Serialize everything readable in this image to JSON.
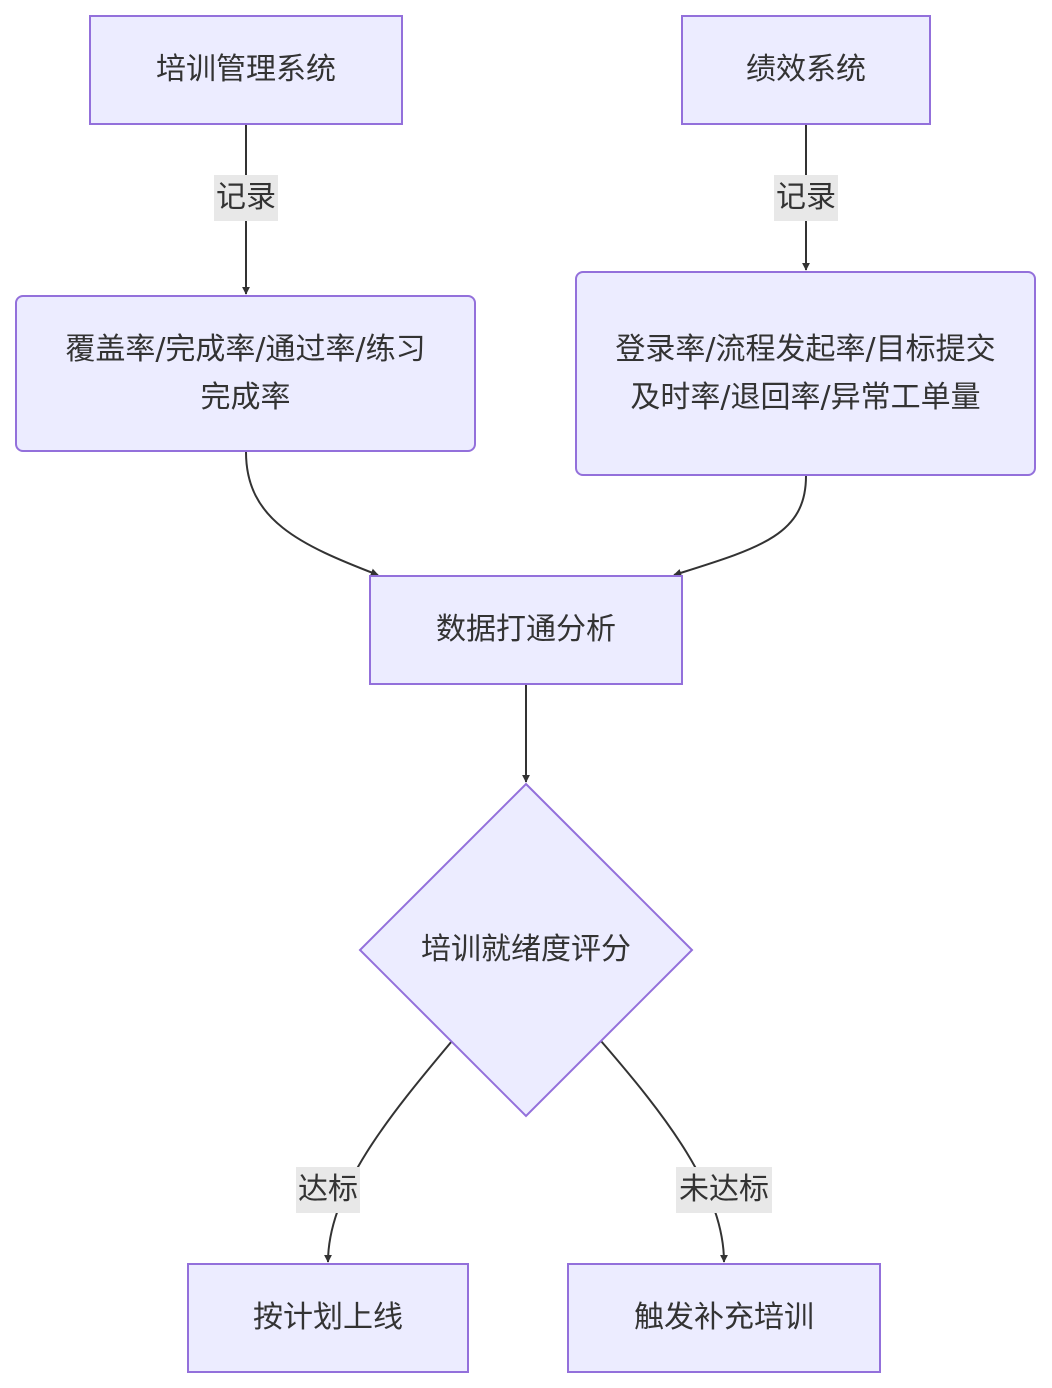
{
  "colors": {
    "node_fill": "#ececff",
    "node_stroke": "#9370db",
    "edge": "#333333",
    "edge_label_bg": "#e8e8e8",
    "text": "#333333"
  },
  "nodes": {
    "training_system": "培训管理系统",
    "performance_system": "绩效系统",
    "training_metrics": "覆盖率/完成率/通过率/练习完成率",
    "performance_metrics": "登录率/流程发起率/目标提交及时率/退回率/异常工单量",
    "data_analysis": "数据打通分析",
    "readiness_score": "培训就绪度评分",
    "go_live": "按计划上线",
    "extra_training": "触发补充培训"
  },
  "edges": {
    "record_left": "记录",
    "record_right": "记录",
    "pass": "达标",
    "fail": "未达标"
  }
}
